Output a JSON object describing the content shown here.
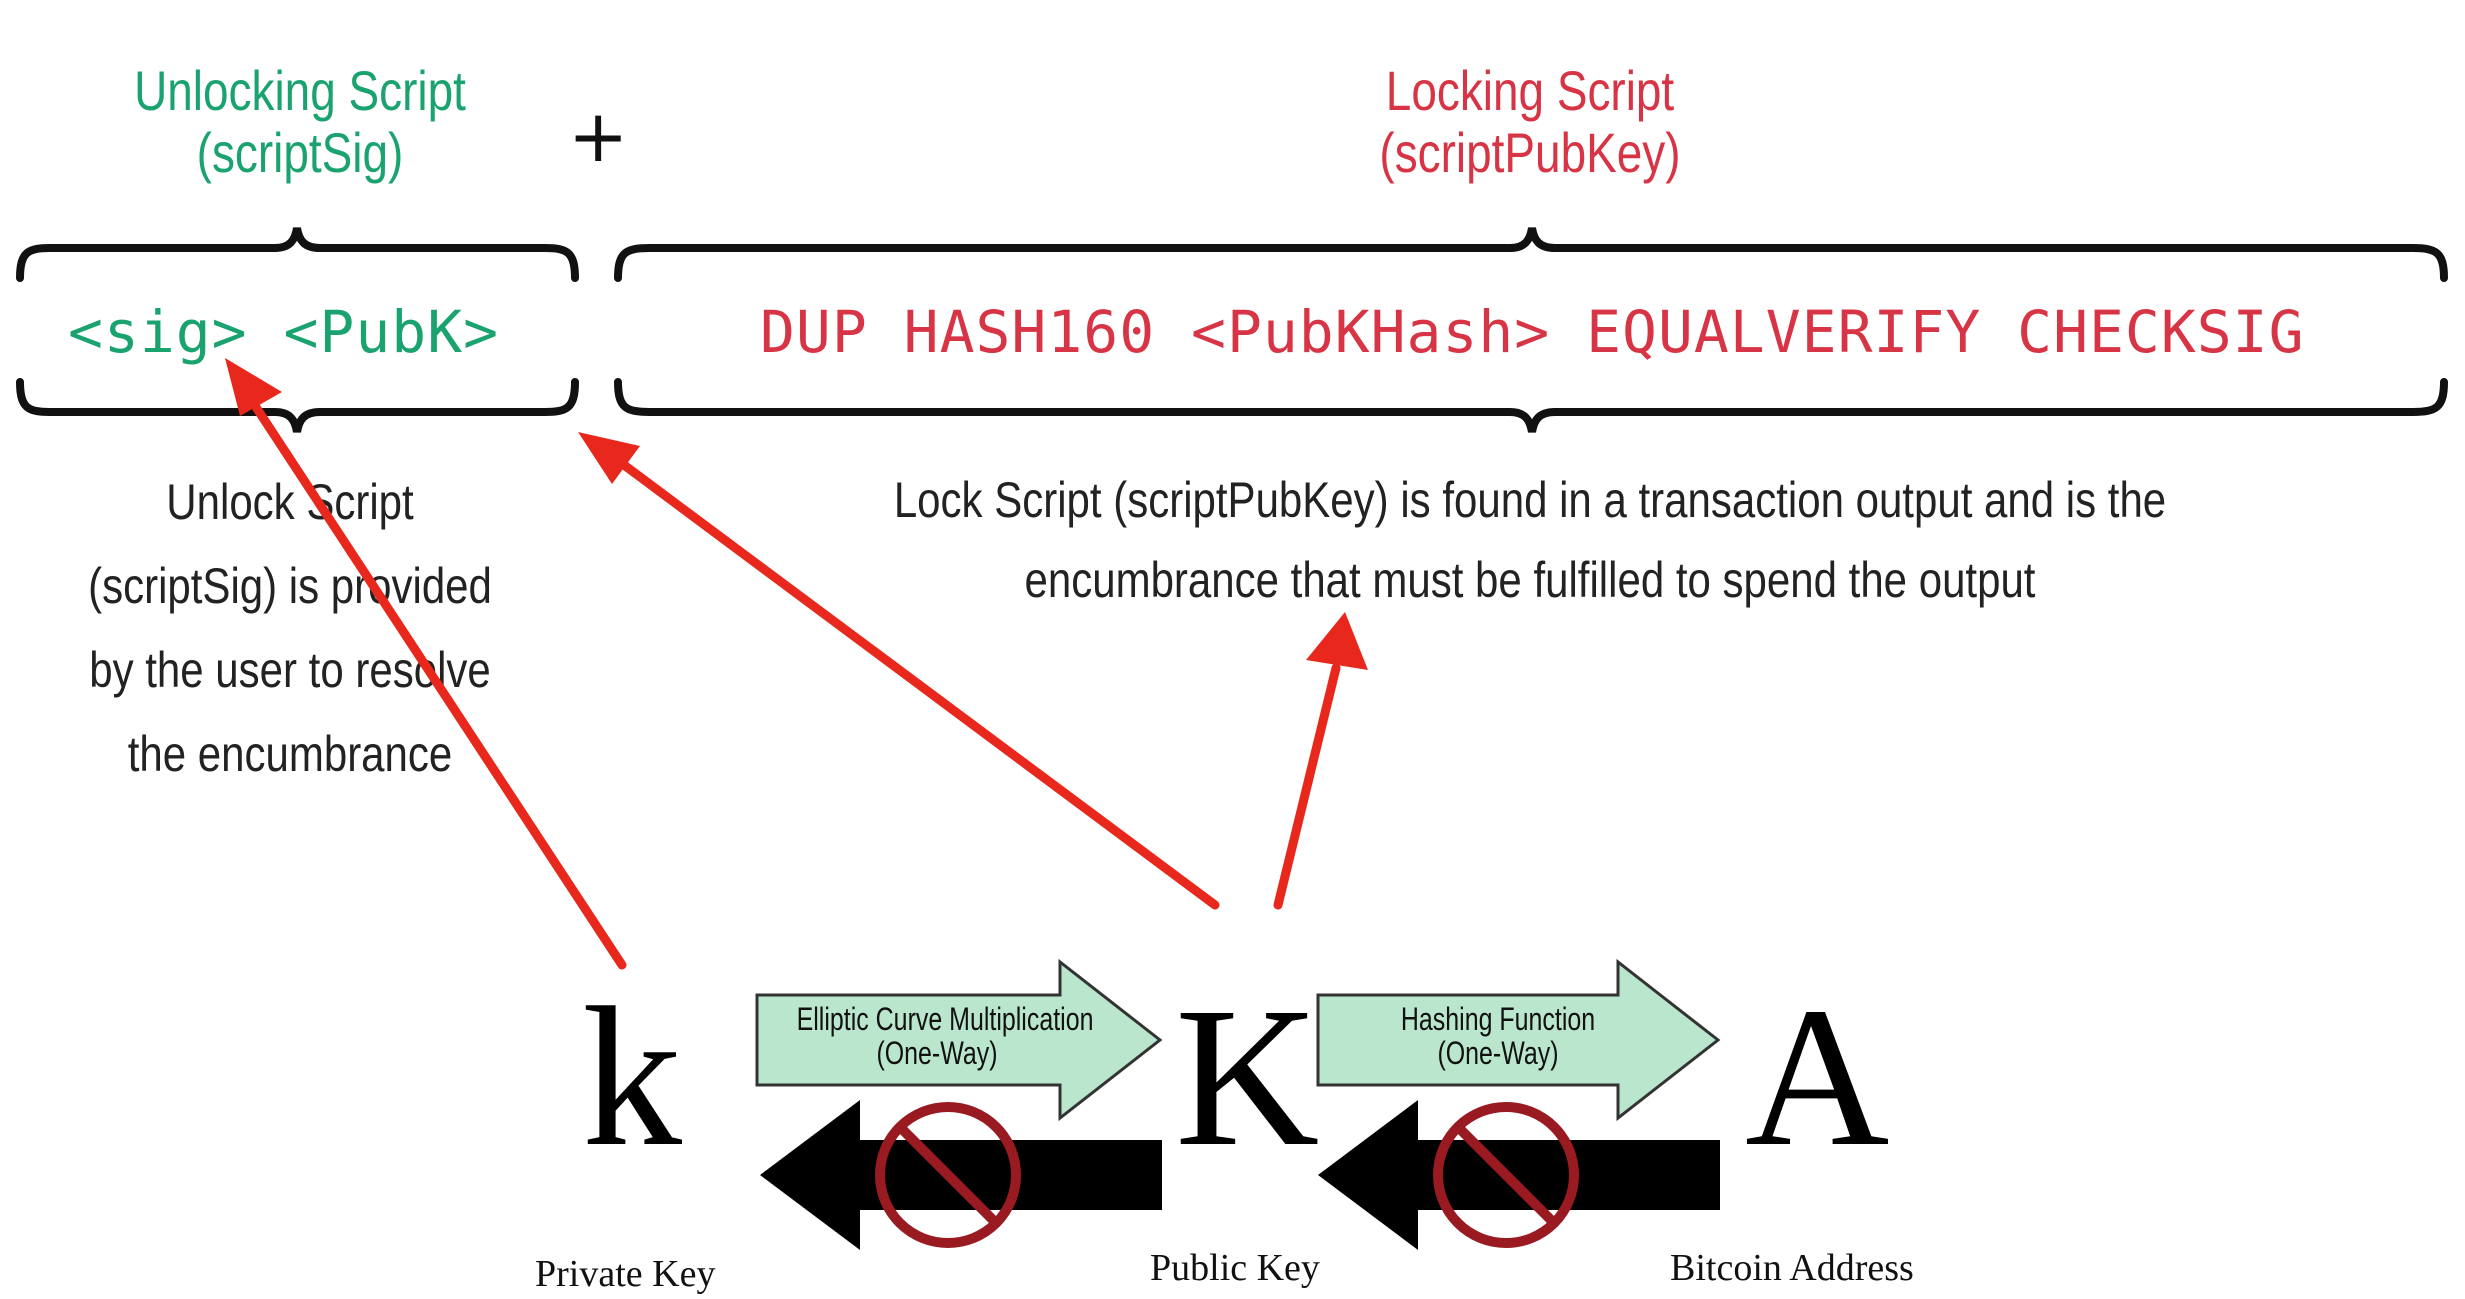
{
  "unlocking": {
    "title": "Unlocking Script",
    "subtitle": "(scriptSig)",
    "code": "<sig> <PubK>",
    "description": [
      "Unlock Script",
      "(scriptSig) is provided",
      "by the user to resolve",
      "the encumbrance"
    ]
  },
  "plus": "+",
  "locking": {
    "title": "Locking Script",
    "subtitle": "(scriptPubKey)",
    "code": "DUP HASH160 <PubKHash> EQUALVERIFY CHECKSIG",
    "description": [
      "Lock Script (scriptPubKey) is found in a transaction output and is the",
      "encumbrance that must be fulfilled to spend the output"
    ]
  },
  "keys": {
    "private_symbol": "k",
    "public_symbol": "K",
    "address_symbol": "A",
    "private_label": "Private Key",
    "public_label": "Public Key",
    "address_label": "Bitcoin Address"
  },
  "transforms": {
    "ecm_line1": "Elliptic Curve Multiplication",
    "ecm_line2": "(One-Way)",
    "hash_line1": "Hashing Function",
    "hash_line2": "(One-Way)"
  },
  "colors": {
    "unlock_green": "#1aa26f",
    "lock_red": "#d73445",
    "annotation_arrow": "#e8281c",
    "forward_arrow_fill": "#b9e6cc",
    "forbidden_red": "#9a1a22"
  }
}
